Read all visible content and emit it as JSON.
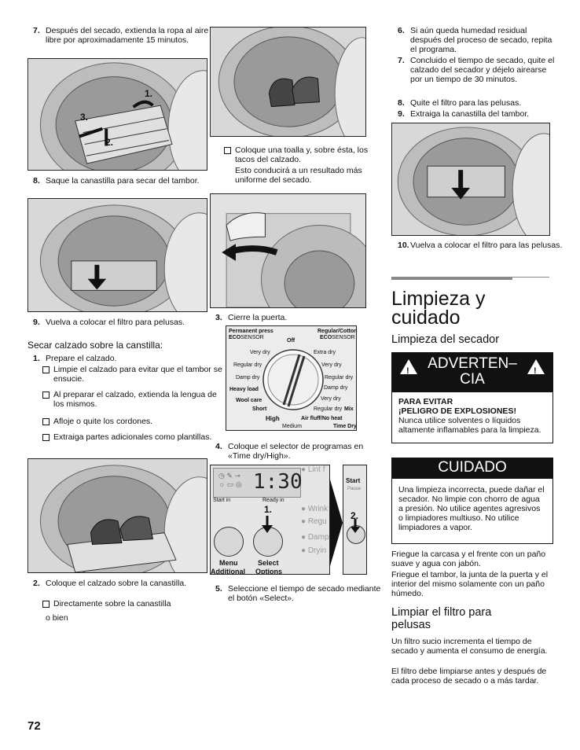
{
  "page_number": "72",
  "left": {
    "step7": {
      "num": "7.",
      "text": "Después del secado, extienda la ropa al aire libre por aproximadamente 15 minutos."
    },
    "fig1_labels": [
      "1.",
      "2.",
      "3."
    ],
    "step8": {
      "num": "8.",
      "text": "Saque la canastilla para secar del tambor."
    },
    "step9": {
      "num": "9.",
      "text": "Vuelva a colocar el filtro para pelusas."
    },
    "heading": "Secar calzado sobre la canstilla:",
    "step1": {
      "num": "1.",
      "text": "Prepare el calzado."
    },
    "bullets": [
      "Limpie el calzado para evitar que el tambor se ensucie.",
      "Al preparar el calzado, extienda la lengua de los mismos.",
      "Afloje o quite los cordones.",
      "Extraiga partes adicionales como plantillas."
    ],
    "step2": {
      "num": "2.",
      "text": "Coloque el calzado sobre la canastilla."
    },
    "step2_bullet": "Directamente sobre la canastilla",
    "obien": "o bien"
  },
  "middle": {
    "towel_bullet": "Coloque una toalla y, sobre ésta, los tacos del calzado.",
    "towel_note": "Esto conducirá a un resultado más uniforme del secado.",
    "step3": {
      "num": "3.",
      "text": "Cierre la puerta."
    },
    "dial": {
      "left_title": "Permanent press",
      "left_sub_bold": "ECO",
      "left_sub": "SENSOR",
      "right_title": "Regular/Cotton",
      "right_sub_bold": "ECO",
      "right_sub": "SENSOR",
      "off": "Off",
      "left_items": [
        "Very dry",
        "Regular dry",
        "Damp dry"
      ],
      "heavy_load": "Heavy load",
      "wool_care": "Wool care",
      "short": "Short",
      "high": "High",
      "medium": "Medium",
      "air_fluff": "Air fluff/No heat",
      "time_dry": "Time Dry",
      "right_items": [
        "Extra dry",
        "Very dry",
        "Regular dry",
        "Damp dry",
        "Very dry",
        "Regular dry"
      ],
      "mix": "Mix"
    },
    "step4": {
      "num": "4.",
      "text": "Coloque el selector de programas en «Time dry/High»."
    },
    "panel": {
      "display": "1:30",
      "start_in": "Start in",
      "ready_in": "Ready in",
      "lint": "Lint f",
      "options": [
        "Wrink",
        "Regu",
        "Damp",
        "Dryin"
      ],
      "marker1": "1.",
      "marker2": "2.",
      "start": "Start",
      "pause": "Pause",
      "menu": "Menu",
      "additional": "Additional",
      "select": "Select",
      "options_label": "Options"
    },
    "step5": {
      "num": "5.",
      "text": "Seleccione el tiempo de secado mediante el botón «Select»."
    }
  },
  "right": {
    "step6": {
      "num": "6.",
      "text": "Si aún queda humedad residual después del proceso de secado, repita el programa."
    },
    "step7": {
      "num": "7.",
      "text": "Concluido el tiempo de secado, quite el calzado del secador y déjelo airearse por un tiempo de 30 minutos."
    },
    "step8": {
      "num": "8.",
      "text": "Quite el filtro para las pelusas."
    },
    "step9": {
      "num": "9.",
      "text": "Extraiga la canastilla del tambor."
    },
    "step10": {
      "num": "10.",
      "text": "Vuelva a colocar el filtro para las pelusas."
    },
    "title_line1": "Limpieza y",
    "title_line2": "cuidado",
    "subheading": "Limpieza del secador",
    "warning": {
      "head_line1": "ADVERTEN–",
      "head_line2": "CIA",
      "bold1": "PARA EVITAR",
      "bold2": "¡PELIGRO DE EXPLOSIONES!",
      "text": "Nunca utilice solventes o líquidos altamente inflamables para la limpieza."
    },
    "caution": {
      "head": "CUIDADO",
      "text": "Una limpieza incorrecta, puede dañar el secador. No limpie con chorro de agua a presión. No utilice agentes agresivos o limpiadores multiuso. No utilice limpiadores a vapor."
    },
    "para1": "Friegue la carcasa y el frente con un paño suave y agua con jabón.",
    "para2": "Friegue el tambor, la junta de la puerta y el interior del mismo solamente con un paño húmedo.",
    "subheading2_line1": "Limpiar el filtro para",
    "subheading2_line2": "pelusas",
    "para3": "Un filtro sucio incrementa el tiempo de secado y aumenta el consumo de energía.",
    "para4": "El filtro debe limpiarse antes y después de cada proceso de secado o a más tardar."
  }
}
